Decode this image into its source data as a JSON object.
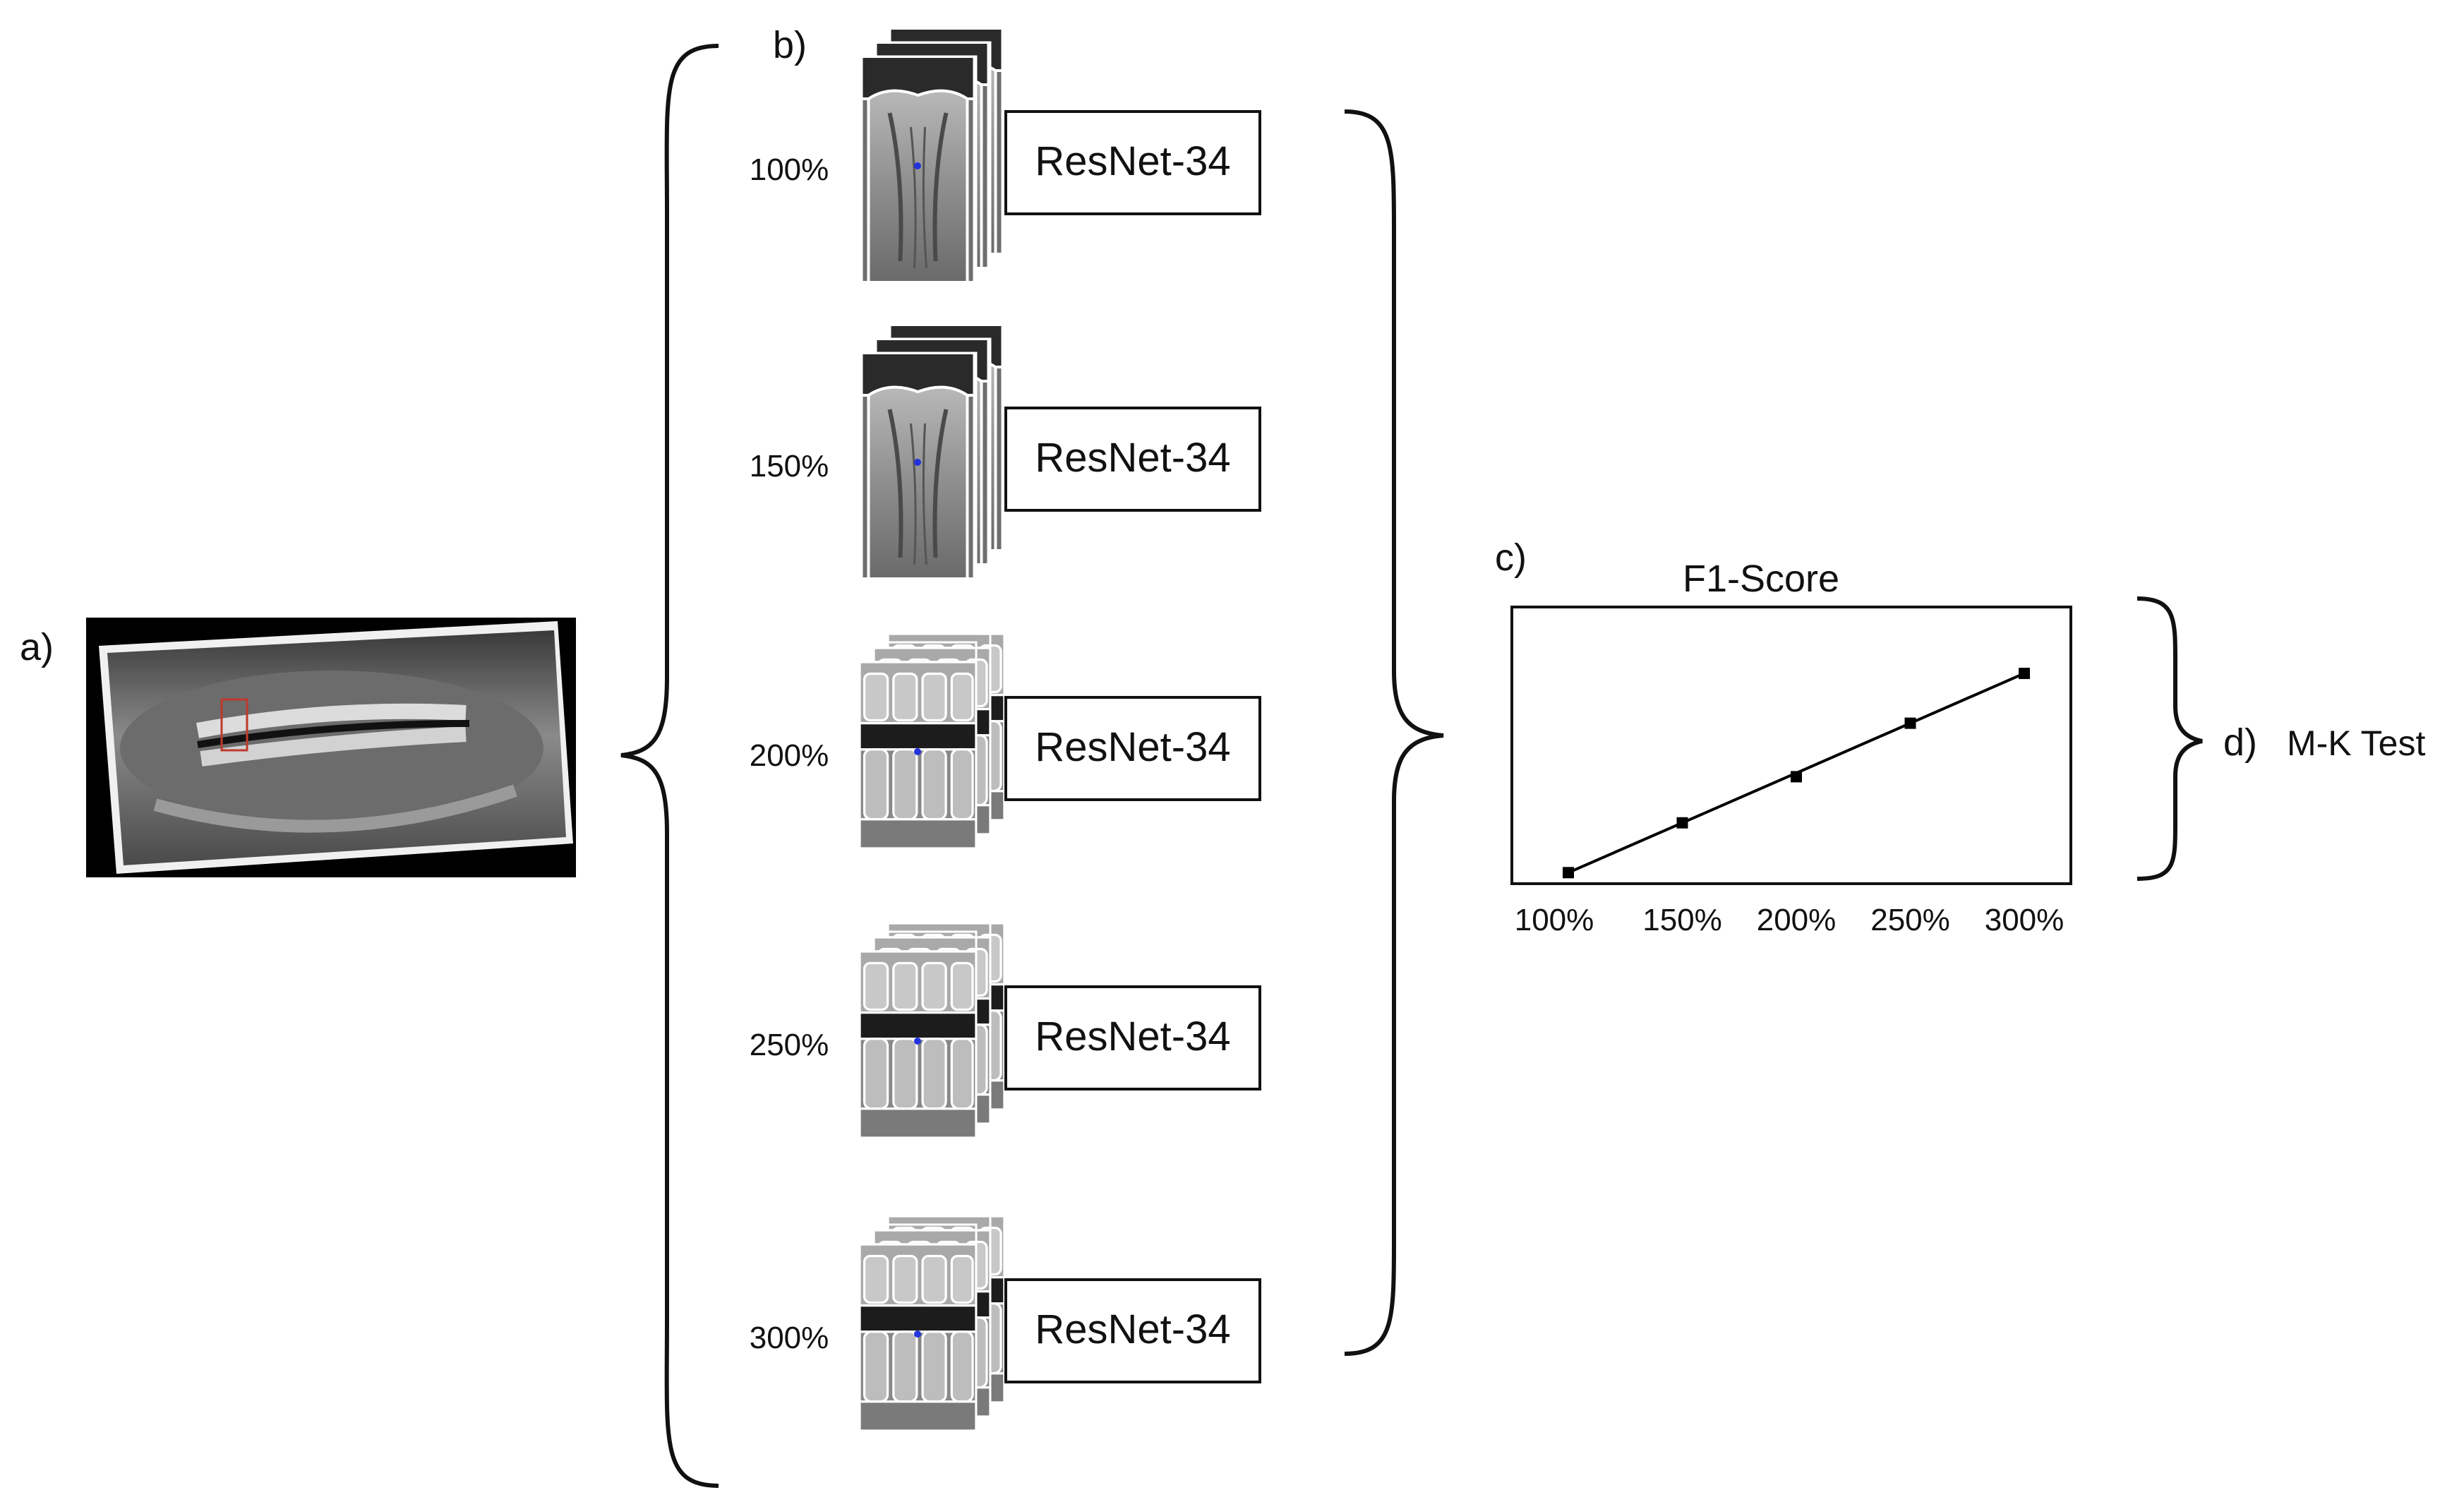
{
  "panel_labels": {
    "a": "a)",
    "b": "b)",
    "c": "c)",
    "d": "d)"
  },
  "scales": [
    "100%",
    "150%",
    "200%",
    "250%",
    "300%"
  ],
  "model_label": "ResNet-34",
  "chart": {
    "title": "F1-Score",
    "x_ticks": [
      "100%",
      "150%",
      "200%",
      "250%",
      "300%"
    ]
  },
  "test_label": "M-K Test",
  "chart_data": {
    "type": "line",
    "title": "F1-Score",
    "x": [
      "100%",
      "150%",
      "200%",
      "250%",
      "300%"
    ],
    "y_relative": [
      0.06,
      0.33,
      0.58,
      0.87,
      1.14
    ],
    "ylim": [
      0,
      1.5
    ],
    "grid": false,
    "legend": "none",
    "trend_line": true
  },
  "colors": {
    "line": "#000000",
    "marker": "#000000",
    "roi_box": "#c0392b",
    "center_dot": "#2233dd",
    "xray_dark": "#1a1a1a"
  }
}
